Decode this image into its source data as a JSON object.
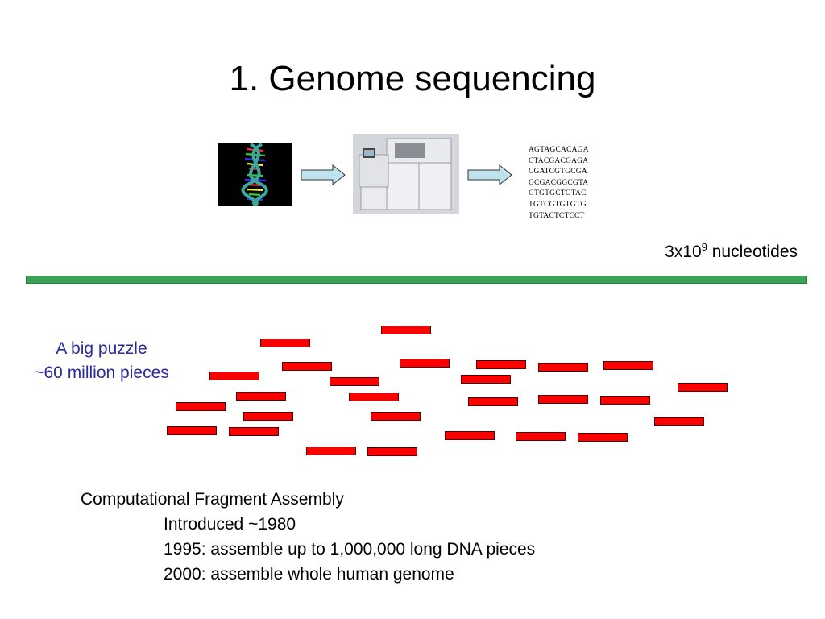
{
  "slide": {
    "title": "1. Genome sequencing",
    "images": {
      "dna": "dna-double-helix-image",
      "sequencer": "dna-sequencing-machine-image"
    },
    "sequence_lines": [
      "AGTAGCACAGA",
      "CTACGACGAGA",
      "CGATCGTGCGA",
      "GCGACGGCGTA",
      "GTGTGCTGTAC",
      "TGTCGTGTGTG",
      "TGTACTCTCCT"
    ],
    "nucleotides": {
      "base": "3x10",
      "exponent": "9",
      "unit": " nucleotides"
    },
    "colors": {
      "divider": "#3ca356",
      "fragment": "#ff0000",
      "puzzle_text": "#2b2b9e"
    },
    "puzzle": {
      "line1": "A big puzzle",
      "line2": "~60 million pieces"
    },
    "assembly": {
      "heading": "Computational Fragment Assembly",
      "items": [
        "Introduced ~1980",
        "1995: assemble up to 1,000,000 long DNA pieces",
        "2000: assemble whole human genome"
      ]
    }
  }
}
